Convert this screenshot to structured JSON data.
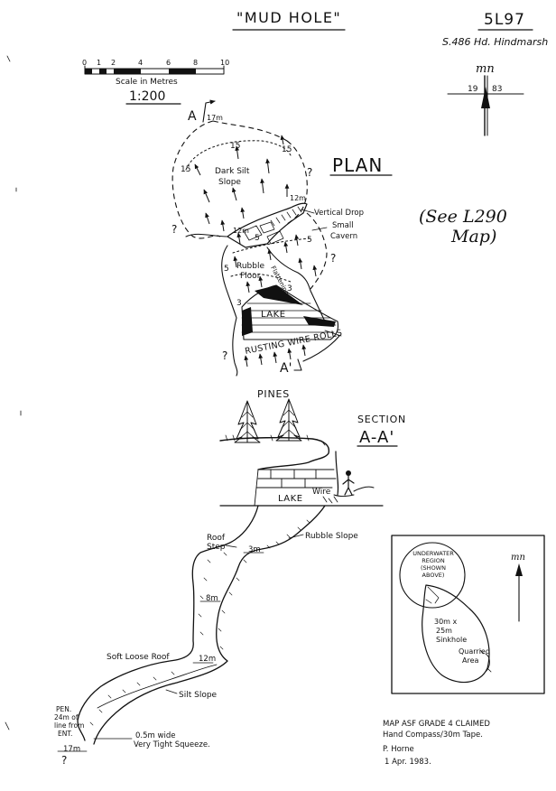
{
  "title": "\"MUD HOLE\"",
  "cave_id": "5L97",
  "parish": "S.486 Hd. Hindmarsh",
  "scale": {
    "ticks": [
      "0",
      "1",
      "2",
      "4",
      "6",
      "8",
      "10"
    ],
    "label": "Scale in Metres",
    "ratio": "1:200"
  },
  "north": {
    "label": "mn",
    "year_left": "19",
    "year_right": "83"
  },
  "plan": {
    "heading": "PLAN",
    "section_marks": {
      "start": "A",
      "start_depth": "17m",
      "end": "A'"
    },
    "depths": [
      "15",
      "15",
      "15",
      "12m",
      "12m",
      "5",
      "5",
      "5",
      "3",
      "3"
    ],
    "labels": {
      "silt": "Dark Silt\nSlope",
      "vertical_drop": "Vertical Drop",
      "small_cavern": "Small\nCavern",
      "rubble_floor": "Rubble\nFloor",
      "flattening": "Flattening",
      "lake": "LAKE",
      "wire": "RUSTING WIRE ROLLS"
    },
    "question_marks": [
      "?",
      "?",
      "?",
      "?"
    ]
  },
  "note": "(See L290\nMap)",
  "section": {
    "heading": "SECTION",
    "marks": "A-A'",
    "pines": "PINES",
    "lake": "LAKE",
    "wire": "Wire",
    "roof_step": "Roof\nStep",
    "rubble_slope": "Rubble Slope",
    "depths": [
      "3m",
      "8m",
      "12m",
      "17m"
    ],
    "soft_roof": "Soft Loose Roof",
    "silt_slope": "Silt Slope",
    "pen_note": "PEN.\n24m of\nline from\nENT.",
    "squeeze": "0.5m wide\nVery Tight Squeeze.",
    "question": "?"
  },
  "inset": {
    "underwater": "UNDERWATER\nREGION\n(SHOWN\nABOVE)",
    "sinkhole": "30m x\n25m\nSinkhole",
    "quarried": "Quarried\nArea",
    "north": "mn"
  },
  "credits": {
    "grade": "MAP ASF GRADE 4 CLAIMED",
    "method": "Hand Compass/30m Tape.",
    "surveyor": "P. Horne",
    "date": "1 Apr. 1983."
  }
}
